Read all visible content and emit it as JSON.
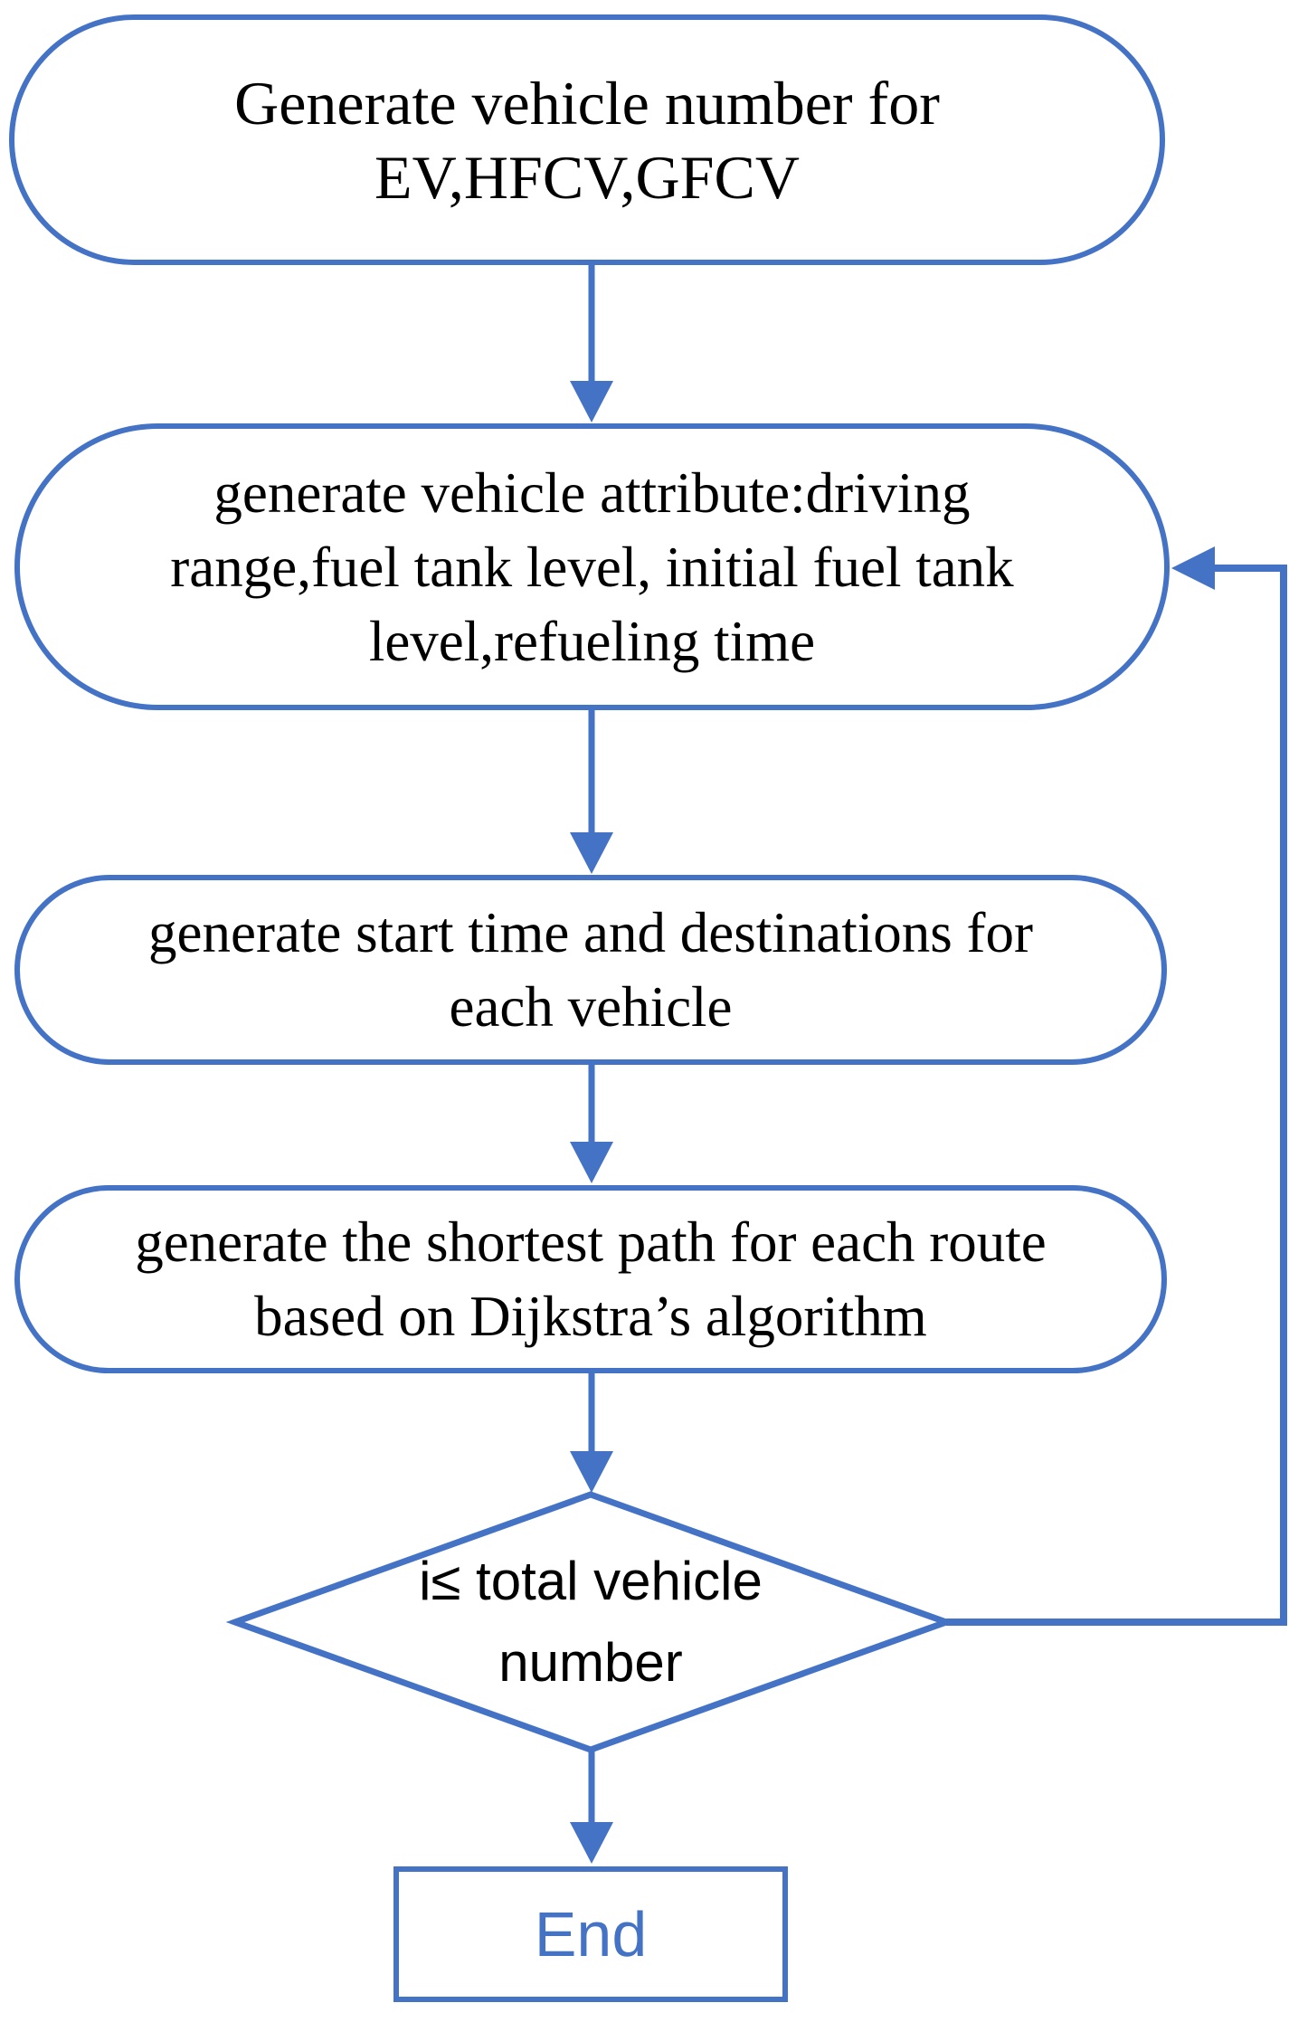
{
  "colors": {
    "accent": "#4472C4",
    "node_text": "#000000",
    "canvas_background": "#FFFFFF"
  },
  "nodes": {
    "start": {
      "lines": [
        "Generate vehicle number for",
        "EV,HFCV,GFCV"
      ]
    },
    "attributes": {
      "lines": [
        "generate vehicle attribute:driving",
        "range,fuel tank level, initial fuel tank",
        "level,refueling time"
      ]
    },
    "trips": {
      "lines": [
        "generate start time and destinations for",
        "each vehicle"
      ]
    },
    "shortest_path": {
      "lines": [
        "generate the shortest path for each route",
        "based on Dijkstra’s algorithm"
      ]
    },
    "decision": {
      "lines": [
        "i≤ total vehicle",
        "number"
      ]
    },
    "end": {
      "label": "End"
    }
  }
}
